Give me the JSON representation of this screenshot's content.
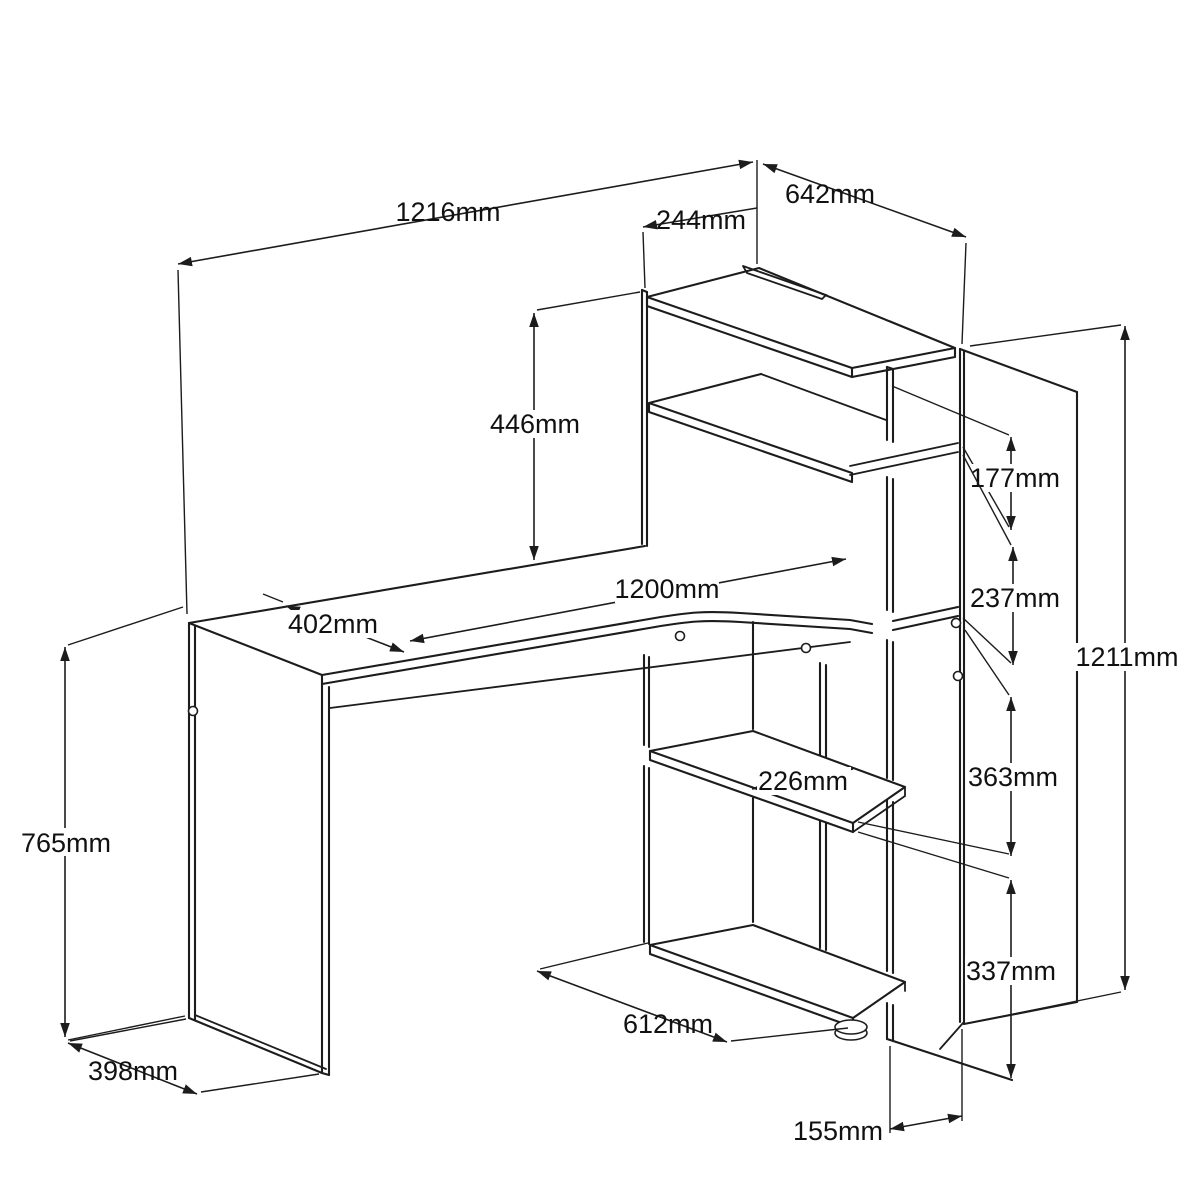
{
  "drawing": {
    "subject": "corner desk with bookshelf unit",
    "style": "black and white technical dimension drawing",
    "background_color": "#ffffff",
    "line_color": "#1c1c1c"
  },
  "dimensions": {
    "total_width": "1216mm",
    "hutch_depth": "244mm",
    "unit_depth": "642mm",
    "hutch_height": "446mm",
    "top_shelf_gap": "177mm",
    "upper_shelf_gap": "237mm",
    "desk_length": "1200mm",
    "desk_depth": "402mm",
    "desk_height": "765mm",
    "middle_shelf_width": "226mm",
    "lower_shelf_gap": "363mm",
    "bottom_shelf_gap": "337mm",
    "total_height": "1211mm",
    "cabinet_depth": "612mm",
    "side_panel_depth": "398mm",
    "back_panel_offset": "155mm"
  }
}
